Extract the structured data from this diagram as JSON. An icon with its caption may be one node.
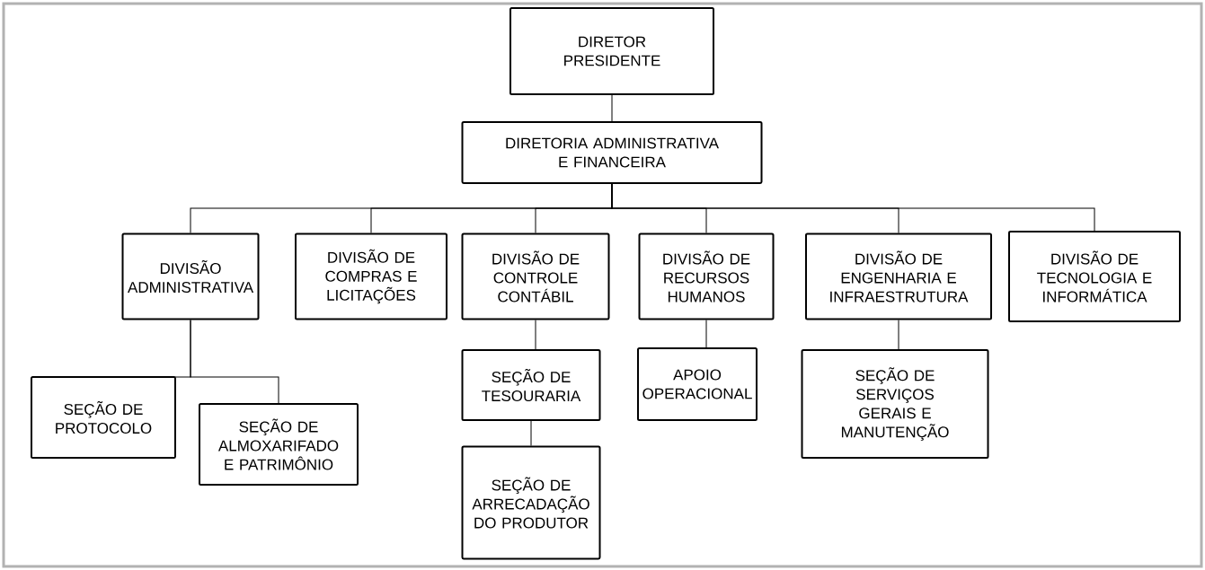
{
  "diagram": {
    "nodes": [
      {
        "text": [
          "DIRETOR PRESIDENTE"
        ]
      },
      {
        "text": [
          "DIRETORIA ADMINISTRATIVA E FINANCEIRA"
        ]
      },
      {
        "text": [
          "DIVISÃO ADMINISTRATIVA"
        ]
      },
      {
        "text": [
          "DIVISÃO DE COMPRAS E LICITAÇÕES"
        ]
      },
      {
        "text": [
          "DIVISÃO DE CONTROLE CONTÁBIL"
        ]
      },
      {
        "text": [
          "DIVISÃO DE RECURSOS HUMANOS"
        ]
      },
      {
        "text": [
          "DIVISÃO DE ENGENHARIA E INFRAESTRUTURA"
        ]
      },
      {
        "text": [
          "DIVISÃO DE TECNOLOGIA E INFORMÁTICA"
        ]
      },
      {
        "text": [
          "SEÇÃO DE PROTOCOLO"
        ]
      },
      {
        "text": [
          "SEÇÃO DE ALMOXARIFADO E PATRIMÔNIO"
        ]
      },
      {
        "text": [
          "SEÇÃO DE TESOURARIA"
        ]
      },
      {
        "text": [
          "SEÇÃO DE ARRECADAÇÃO DO PRODUTOR"
        ]
      },
      {
        "text": [
          "APOIO OPERACIONAL"
        ]
      },
      {
        "text": [
          "SEÇÃO DE SERVIÇOS GERAIS E MANUTENÇÃO"
        ]
      }
    ],
    "edges": [
      {
        "from": 0,
        "to": 1,
        "arrow": "none"
      },
      {
        "from": 1,
        "to": 2,
        "arrow": "none"
      },
      {
        "from": 1,
        "to": 3,
        "arrow": "none"
      },
      {
        "from": 1,
        "to": 4,
        "arrow": "none"
      },
      {
        "from": 1,
        "to": 5,
        "arrow": "none"
      },
      {
        "from": 1,
        "to": 6,
        "arrow": "none"
      },
      {
        "from": 1,
        "to": 7,
        "arrow": "none"
      },
      {
        "from": 2,
        "to": 8,
        "arrow": "none"
      },
      {
        "from": 2,
        "to": 9,
        "arrow": "none"
      },
      {
        "from": 4,
        "to": 10,
        "arrow": "none"
      },
      {
        "from": 10,
        "to": 11,
        "arrow": "none"
      },
      {
        "from": 5,
        "to": 12,
        "arrow": "none"
      },
      {
        "from": 6,
        "to": 13,
        "arrow": "none"
      }
    ]
  }
}
